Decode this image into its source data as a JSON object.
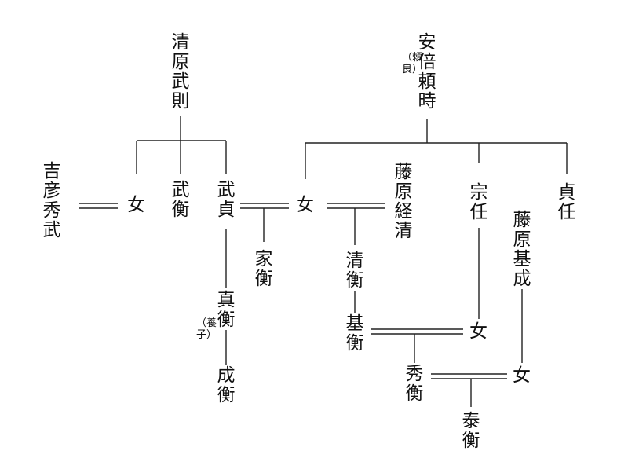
{
  "names": {
    "kiyohara_takenori": "清原武則",
    "abe_yoritoki": "安倍頼時",
    "abe_note": "（頼良）",
    "kiyoshi_hidetake": "吉彦秀武",
    "kiyohara_daughter": "女",
    "takehira": "武衡",
    "takesada": "武貞",
    "abe_daughter": "女",
    "fujiwara_tsunekiyo": "藤原経清",
    "muneto": "宗任",
    "sadato": "貞任",
    "iehira": "家衡",
    "kiyohira": "清衡",
    "fujiwara_motonari": "藤原基成",
    "sanehira": "真衡",
    "sanehira_note": "（養子）",
    "narihira": "成衡",
    "motohira": "基衡",
    "muneto_daughter": "女",
    "hidehira": "秀衡",
    "motonari_daughter": "女",
    "yasuhira": "泰衡"
  }
}
